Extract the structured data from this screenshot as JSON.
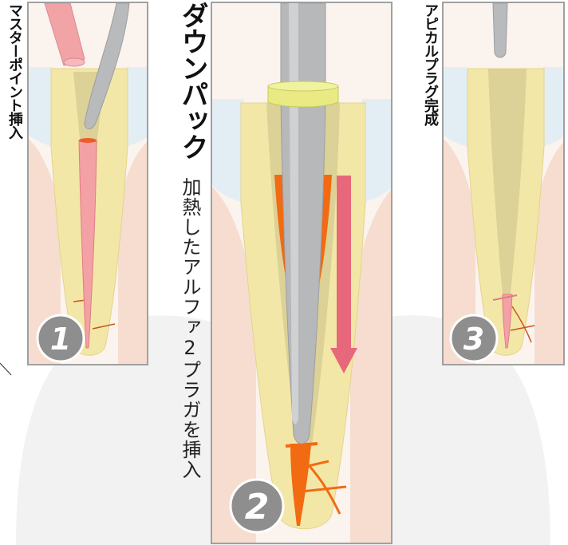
{
  "steps": [
    {
      "number": "1",
      "title": "マスターポイント挿入"
    },
    {
      "number": "2",
      "title": "ダウンパック",
      "description": "加熱したアルファ2プラガを挿入"
    },
    {
      "number": "3",
      "title": "アピカルプラグ完成"
    }
  ],
  "colors": {
    "dentin": "#f3e7a8",
    "root_canal": "#dcd196",
    "gutta_percha": "#f3a1a5",
    "heated_gutta": "#f26a12",
    "plugger": "#b7b8ba",
    "stopper_ring": "#e9ea84",
    "arrow": "#e7687a",
    "badge": "#8e8e8e",
    "gum": "#f7e0d4",
    "enamel": "#dfecf3"
  },
  "icons": [
    "plugger-icon",
    "master-point-icon",
    "down-arrow-icon",
    "stopper-ring-icon"
  ]
}
